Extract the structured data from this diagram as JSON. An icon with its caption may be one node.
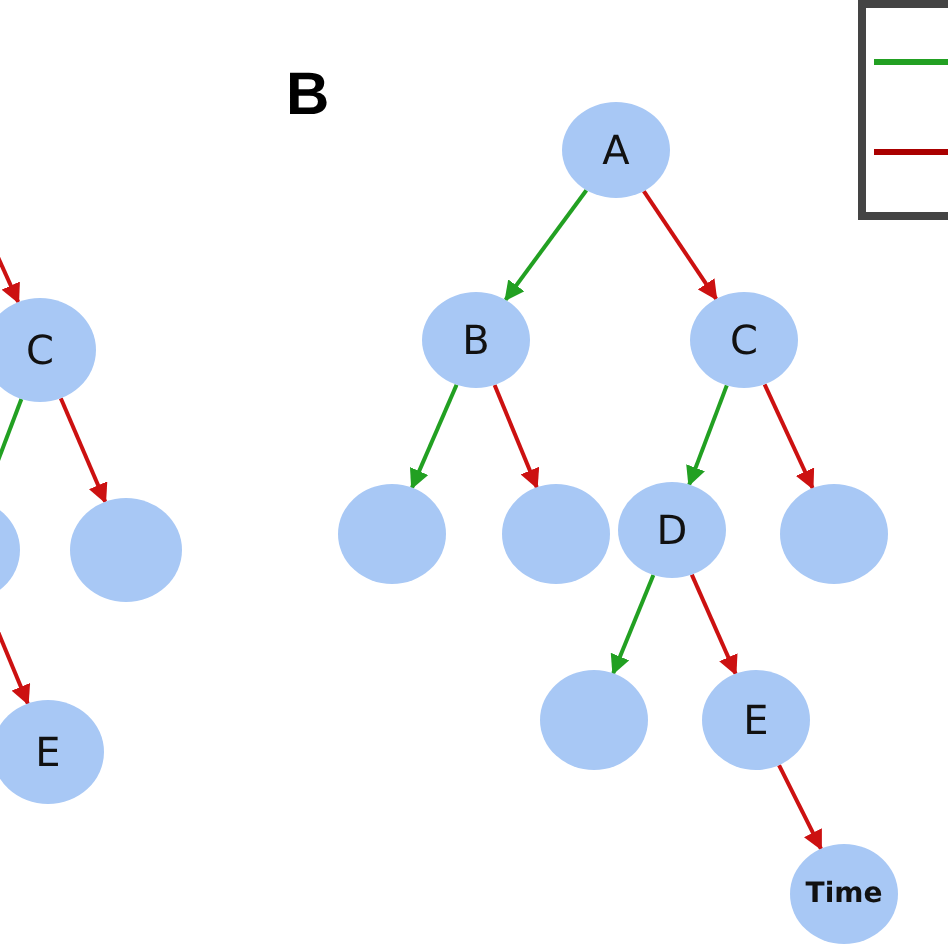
{
  "diagram": {
    "nodes": [
      {
        "text": [
          "C"
        ]
      },
      {
        "text": [],
        "shape": "circle"
      },
      {
        "text": [],
        "shape": "circle"
      },
      {
        "text": [
          "E"
        ]
      },
      {
        "text": [
          "A"
        ]
      },
      {
        "text": [
          "B"
        ]
      },
      {
        "text": [
          "C"
        ]
      },
      {
        "text": [],
        "shape": "circle"
      },
      {
        "text": [],
        "shape": "circle"
      },
      {
        "text": [
          "D"
        ]
      },
      {
        "text": [],
        "shape": "circle"
      },
      {
        "text": [],
        "shape": "circle"
      },
      {
        "text": [
          "E"
        ]
      },
      {
        "text": [
          "Time"
        ]
      }
    ],
    "edges": [
      {
        "from": null,
        "to": 0,
        "arrow": "to"
      },
      {
        "from": 0,
        "to": 1,
        "arrow": "to",
        "color": "#22a022"
      },
      {
        "from": 0,
        "to": 2,
        "arrow": "to"
      },
      {
        "from": 1,
        "to": 3,
        "arrow": "to"
      },
      {
        "from": 4,
        "to": 5,
        "arrow": "to",
        "color": "#22a022"
      },
      {
        "from": 4,
        "to": 6,
        "arrow": "to"
      },
      {
        "from": 5,
        "to": 7,
        "arrow": "to",
        "color": "#22a022"
      },
      {
        "from": 5,
        "to": 8,
        "arrow": "to"
      },
      {
        "from": 6,
        "to": 9,
        "arrow": "to",
        "color": "#22a022"
      },
      {
        "from": 6,
        "to": 10,
        "arrow": "to"
      },
      {
        "from": 9,
        "to": 11,
        "arrow": "to",
        "color": "#22a022"
      },
      {
        "from": 9,
        "to": 12,
        "arrow": "to"
      },
      {
        "from": 12,
        "to": 13,
        "arrow": "to"
      }
    ],
    "labels": [
      "B"
    ]
  }
}
